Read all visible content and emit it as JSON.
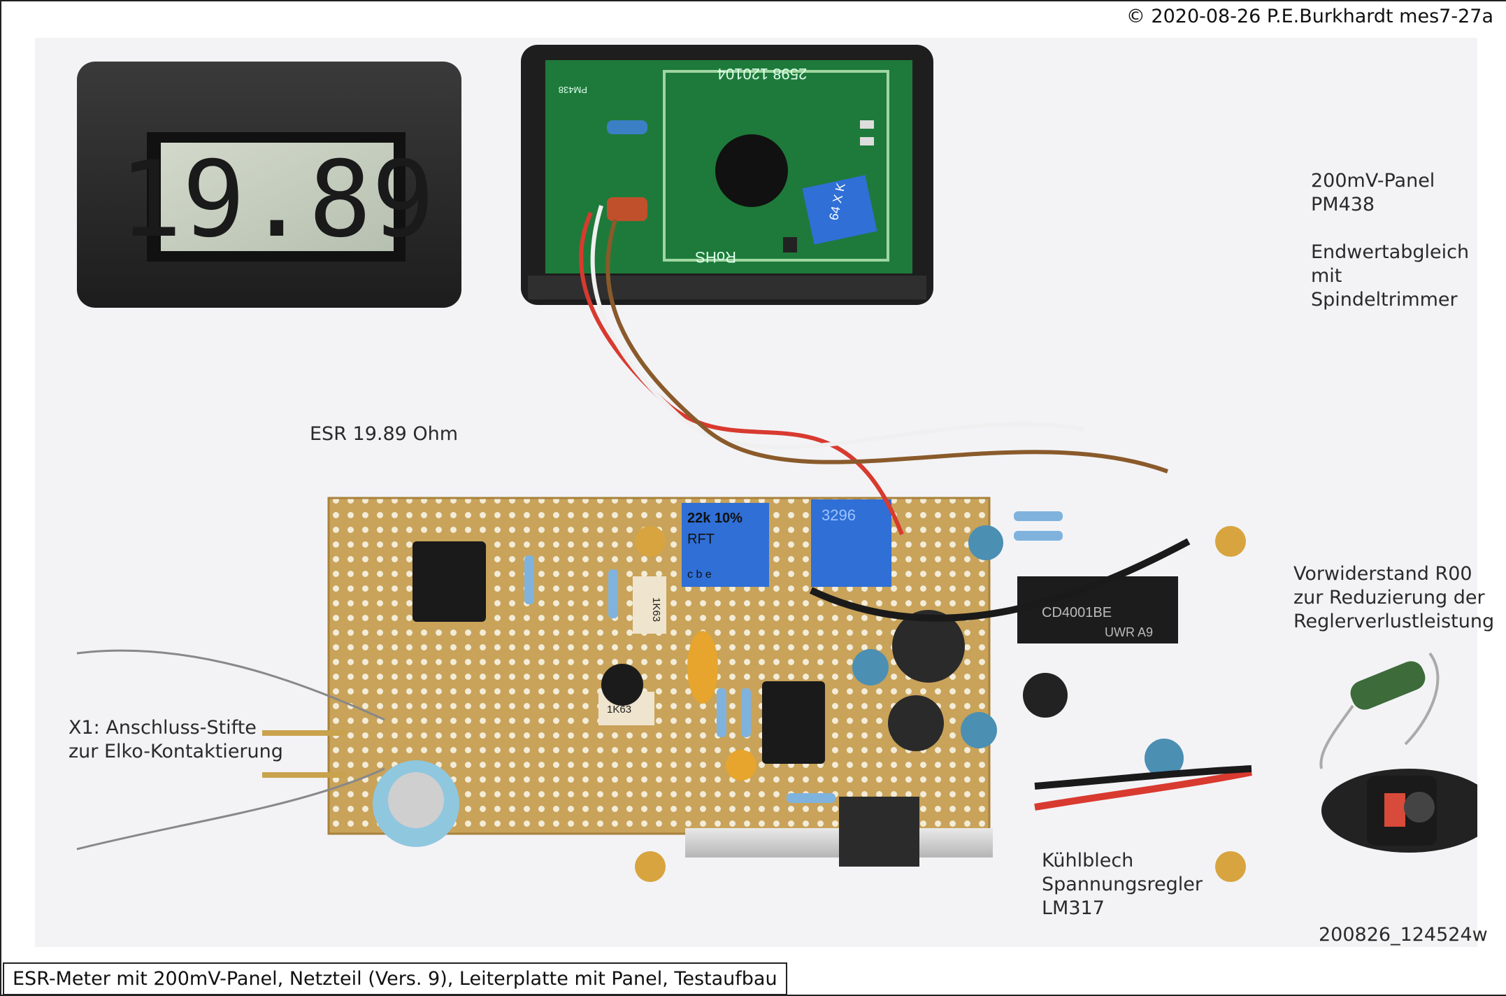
{
  "copyright": "© 2020-08-26 P.E.Burkhardt mes7-27a",
  "caption": "ESR-Meter mit 200mV-Panel, Netzteil (Vers. 9), Leiterplatte mit Panel, Testaufbau",
  "display_reading": "19.89",
  "labels": {
    "esr_reading": "ESR 19.89 Ohm",
    "panel": "200mV-Panel\nPM438\n\nEndwertabgleich\nmit\nSpindeltrimmer",
    "resistor": "Vorwiderstand R00\nzur Reduzierung der\nReglerverlustleistung",
    "pins": "X1: Anschluss-Stifte\nzur Elko-Kontaktierung",
    "heatsink": "Kühlblech\nSpannungsregler\nLM317",
    "image_id": "200826_124524w"
  },
  "board_text": {
    "trimmer_22k": "22k  10%",
    "trimmer_rft": "RFT",
    "trimmer_cbe": "c   b   e",
    "trimmer_3296": "3296",
    "ic_4001": "CD4001BE",
    "ic_mark": "UWR  A9",
    "cap_1k63a": "1K63",
    "cap_1k63b": "1K63",
    "pcb_rohs": "RoHS",
    "pcb_pm438": "PM438",
    "pcb_code": "2598  120104",
    "pot_code": "64  X  K"
  },
  "colors": {
    "photo_bg": "#f3f3f6",
    "bezel": "#2b2b2b",
    "lcd": "#c8d0c0",
    "pcb_green": "#1e7a3a",
    "stripboard": "#c9a35a",
    "trimmer_blue": "#2f6fd6"
  }
}
